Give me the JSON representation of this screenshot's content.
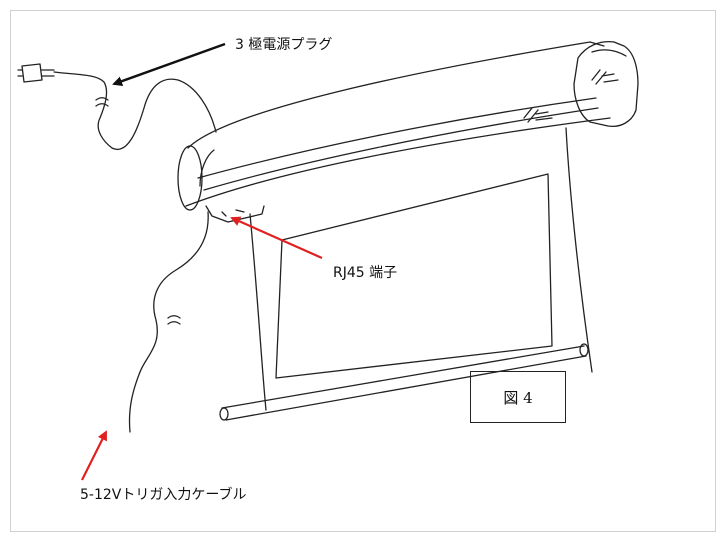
{
  "labels": {
    "power_plug": "3 極電源プラグ",
    "rj45": "RJ45 端子",
    "trigger_cable": "5-12Vトリガ入力ケーブル"
  },
  "figure_label": "図 4",
  "colors": {
    "pointer_black": "#111111",
    "pointer_red": "#e02020",
    "line_art": "#222222"
  },
  "icons": [
    "power-plug-icon",
    "screen-housing",
    "brand-logo"
  ]
}
